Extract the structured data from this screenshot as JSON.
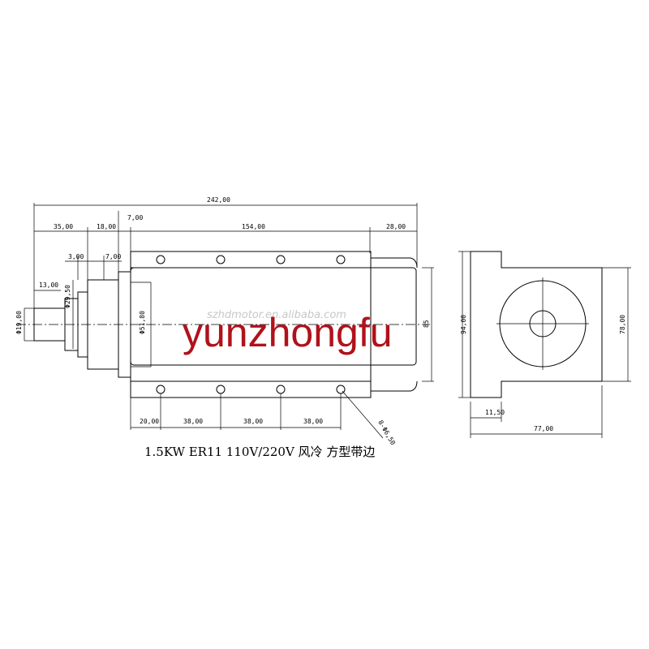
{
  "dimensions": {
    "overall_length": "242,00",
    "seg_left": "35,00",
    "seg_18": "18,00",
    "seg_7_top": "7,00",
    "seg_body": "154,00",
    "seg_right": "28,00",
    "small_3": "3,00",
    "small_7": "7,00",
    "shaft_len": "13,00",
    "dia_shaft": "Φ19,00",
    "dia_collar": "Φ29,50",
    "dia_body": "Φ51,80",
    "height_85": "85",
    "bottom_20": "20,00",
    "bottom_38a": "38,00",
    "bottom_38b": "38,00",
    "bottom_38c": "38,00",
    "holes": "8-Φ6,50",
    "end_height": "94,00",
    "end_inner_height": "78,00",
    "end_flange": "11,50",
    "end_width": "77,00"
  },
  "caption": "1.5KW ER11 110V/220V 风冷 方型带边",
  "watermark": "szhdmotor.en.alibaba.com",
  "brand": "yunzhongfu"
}
